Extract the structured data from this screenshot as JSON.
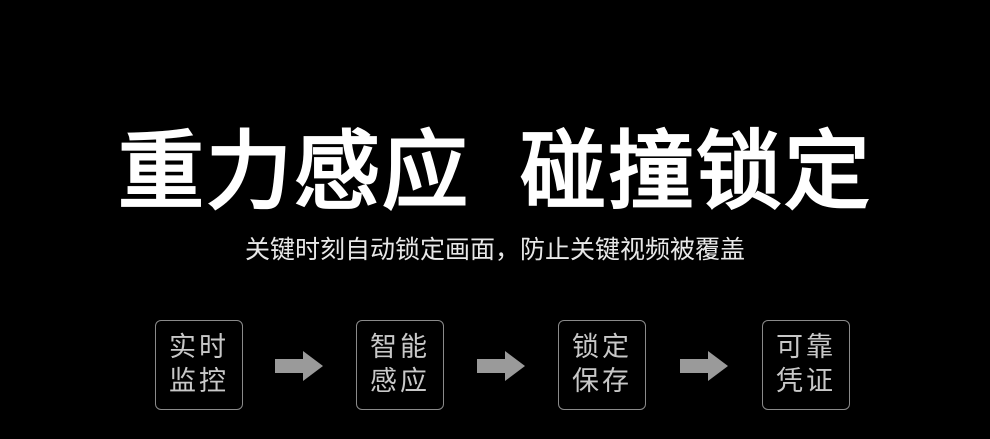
{
  "headline": {
    "part1": "重力感应",
    "part2": "碰撞锁定"
  },
  "subtitle": "关键时刻自动锁定画面，防止关键视频被覆盖",
  "steps": [
    {
      "line1": "实时",
      "line2": "监控"
    },
    {
      "line1": "智能",
      "line2": "感应"
    },
    {
      "line1": "锁定",
      "line2": "保存"
    },
    {
      "line1": "可靠",
      "line2": "凭证"
    }
  ],
  "colors": {
    "background": "#000000",
    "text": "#ffffff",
    "step_border": "#8a8a8a",
    "step_text": "#c8c8c8",
    "arrow": "#9a9a9a"
  },
  "icons": {
    "arrow": "right-arrow-icon"
  }
}
